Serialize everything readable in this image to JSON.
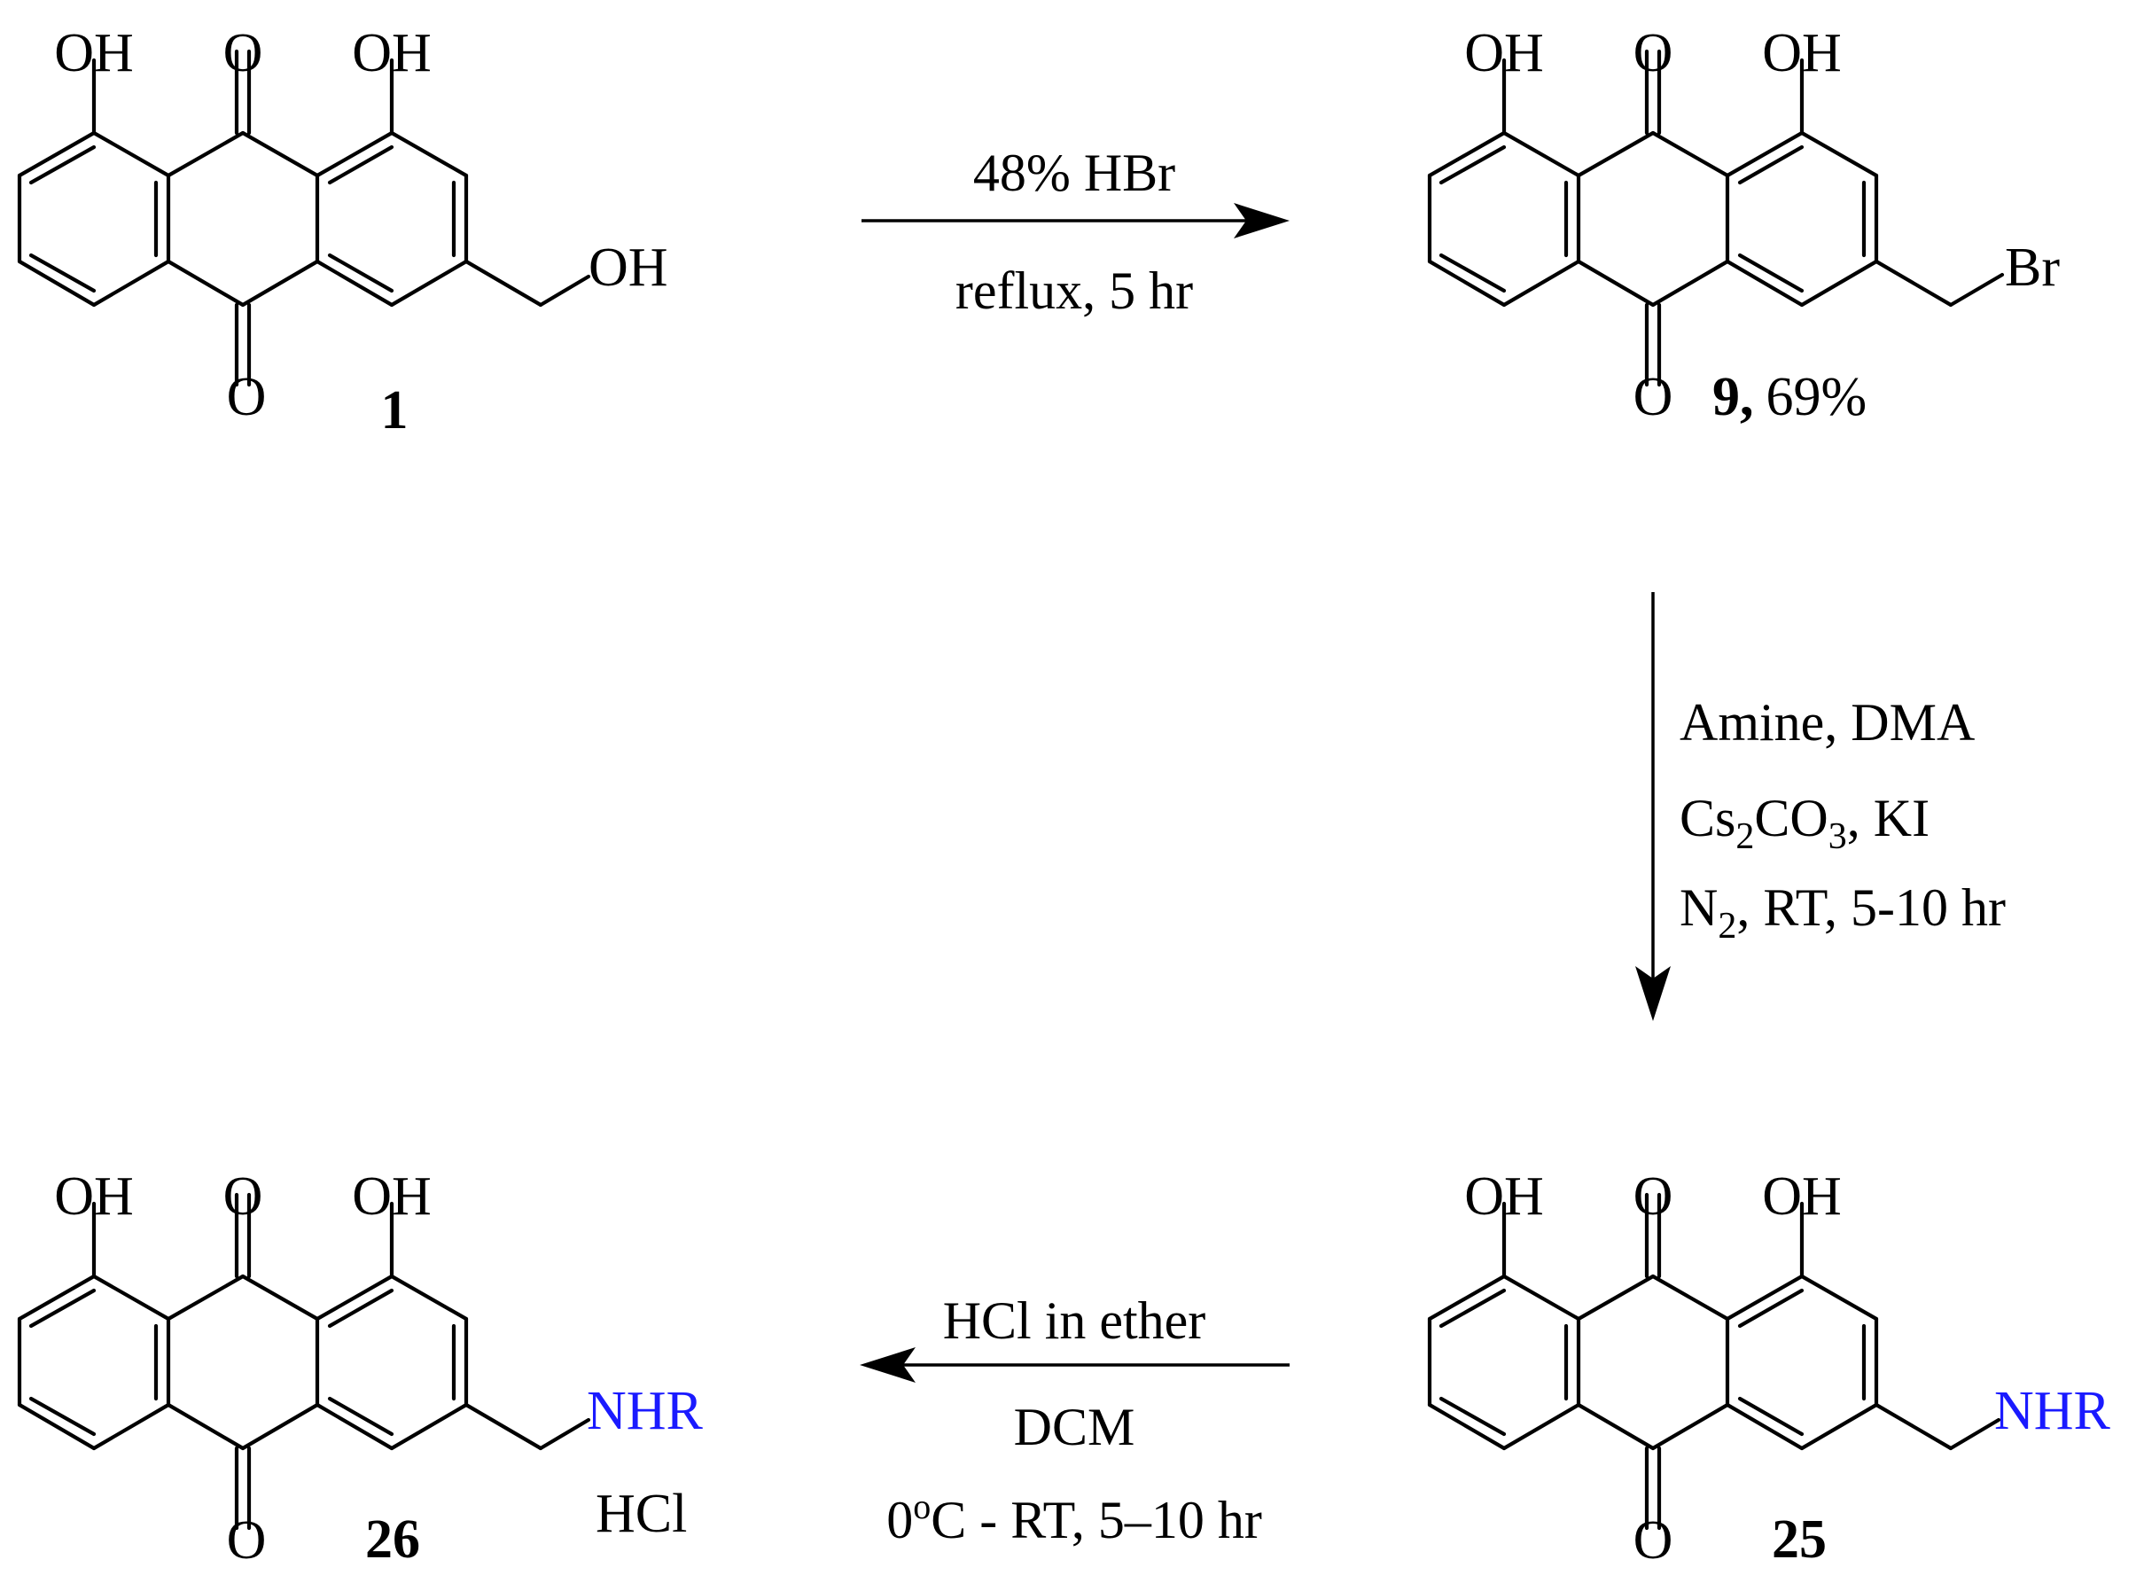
{
  "atoms": {
    "oh": "OH",
    "o": "O",
    "br": "Br",
    "nhr": "NHR",
    "hcl": "HCl"
  },
  "compounds": {
    "c1": {
      "number": "1",
      "yield": ""
    },
    "c9": {
      "number": "9,",
      "yield": "69%"
    },
    "c25": {
      "number": "25",
      "yield": ""
    },
    "c26": {
      "number": "26",
      "yield": ""
    }
  },
  "steps": {
    "step1": {
      "line1": "48% HBr",
      "line2": "reflux, 5 hr"
    },
    "step2": {
      "line1": "Amine, DMA",
      "line2_a": "Cs",
      "line2_sub1": "2",
      "line2_b": "CO",
      "line2_sub2": "3",
      "line2_c": ", KI",
      "line3_a": "N",
      "line3_sub": "2",
      "line3_b": ", RT, 5-10 hr"
    },
    "step3": {
      "line1": "HCl in ether",
      "line2": "DCM",
      "line3_a": "0",
      "line3_sup": "o",
      "line3_b": "C - RT, 5–10 hr"
    }
  },
  "colors": {
    "amine": "#1a1aff",
    "ink": "#000000"
  }
}
